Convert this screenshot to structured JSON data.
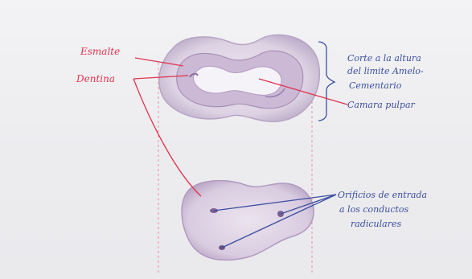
{
  "colors": {
    "paper": "#eeeef1",
    "red_ink": "#e0344e",
    "blue_ink": "#3b4f9e",
    "guide_line": "#e8909f",
    "enamel": "#d8cfe0",
    "dentin": "#cdbad8",
    "pulp": "#f5f3f8"
  },
  "labels": {
    "enamel": "Esmalte",
    "dentin": "Dentina",
    "cut_line1": "Corte a la altura",
    "cut_line2": "del limite Amelo-",
    "cut_line3": "Cementario",
    "pulp_chamber": "Camara pulpar",
    "orifices_line1": "Orificios de entrada",
    "orifices_line2": "a los conductos",
    "orifices_line3": "radiculares"
  }
}
